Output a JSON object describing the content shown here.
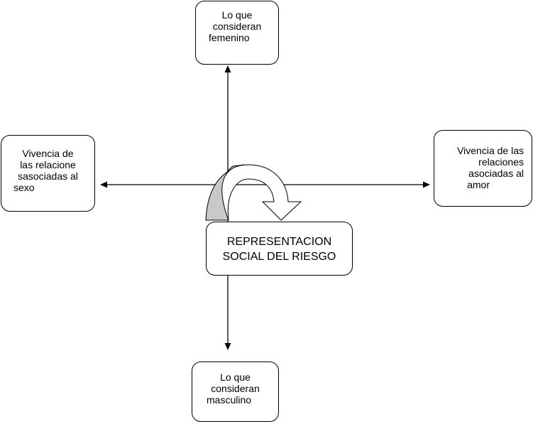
{
  "diagram": {
    "top_node": {
      "lines": [
        "Lo que",
        "consideran",
        "femenino"
      ]
    },
    "left_node": {
      "lines": [
        "Vivencia de",
        "las relacione",
        "sasociadas al",
        "sexo"
      ]
    },
    "right_node": {
      "lines": [
        "Vivencia de las",
        "relaciones",
        "asociadas al",
        "amor"
      ]
    },
    "center_node": {
      "lines": [
        "REPRESENTACION",
        "SOCIAL DEL RIESGO"
      ]
    },
    "bottom_node": {
      "lines": [
        "Lo que",
        "consideran",
        "masculino"
      ]
    },
    "colors": {
      "line": "#000000",
      "box_border": "#000000",
      "box_fill": "#ffffff",
      "curved_arrow_inner": "#c8c8c8",
      "curved_arrow_outer": "#ffffff"
    }
  }
}
